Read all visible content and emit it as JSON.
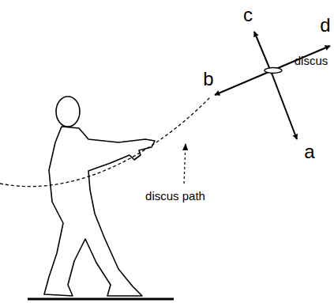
{
  "diagram": {
    "labels": [
      "c",
      "d",
      "b",
      "discus",
      "a",
      "discus path"
    ]
  }
}
